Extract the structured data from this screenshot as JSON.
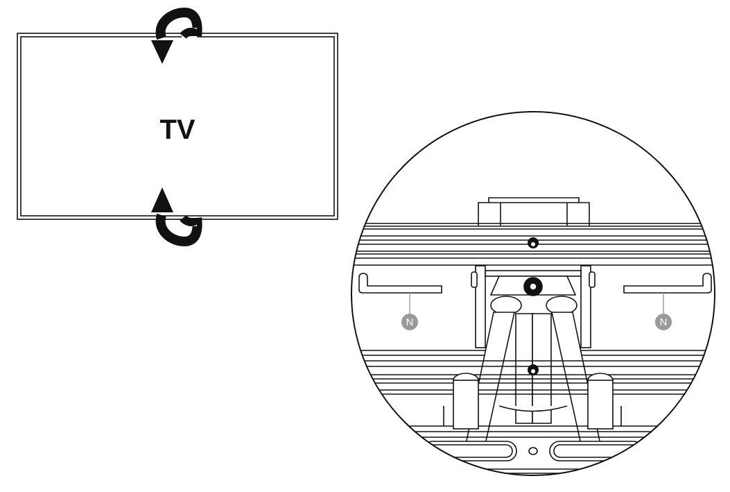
{
  "tv": {
    "label": "TV"
  },
  "callouts": [
    {
      "label": "N",
      "side": "left"
    },
    {
      "label": "N",
      "side": "right"
    }
  ],
  "colors": {
    "line": "#111111",
    "callout_fill": "#9a9a9a",
    "background": "#ffffff"
  },
  "icons": [
    "rotate-arrow-down-icon",
    "rotate-arrow-up-icon"
  ]
}
